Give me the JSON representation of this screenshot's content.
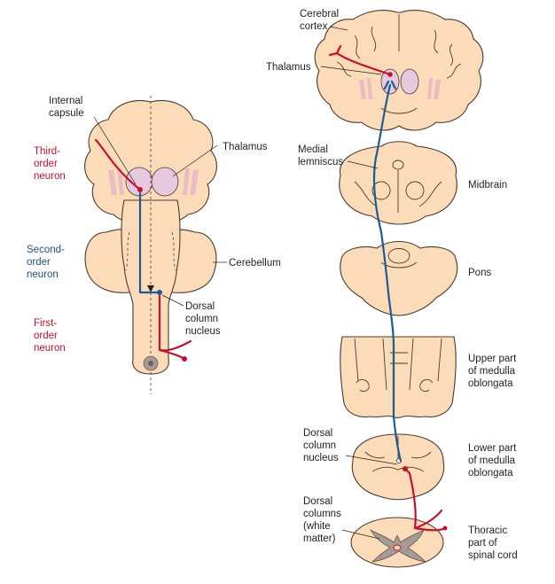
{
  "left_labels": {
    "internal_capsule": [
      "Internal",
      "capsule"
    ],
    "thalamus": "Thalamus",
    "third_order_neuron": [
      "Third-",
      "order",
      "neuron"
    ],
    "second_order_neuron": [
      "Second-",
      "order",
      "neuron"
    ],
    "cerebellum": "Cerebellum",
    "first_order_neuron": [
      "First-",
      "order",
      "neuron"
    ],
    "dorsal_column_nucleus": [
      "Dorsal",
      "column",
      "nucleus"
    ]
  },
  "right_labels": {
    "cerebral_cortex": [
      "Cerebral",
      "cortex"
    ],
    "thalamus": "Thalamus",
    "medial_lemniscus": [
      "Medial",
      "lemniscus"
    ],
    "midbrain": "Midbrain",
    "pons": "Pons",
    "upper_medulla": [
      "Upper part",
      "of medulla",
      "oblongata"
    ],
    "dorsal_column_nucleus": [
      "Dorsal",
      "column",
      "nucleus"
    ],
    "lower_medulla": [
      "Lower part",
      "of medulla",
      "oblongata"
    ],
    "dorsal_columns": [
      "Dorsal",
      "columns",
      "(white",
      "matter)"
    ],
    "thoracic_cord": [
      "Thoracic",
      "part of",
      "spinal cord"
    ]
  },
  "colors": {
    "first_order": "#c8102e",
    "second_order": "#1a5d96",
    "third_order": "#c8102e",
    "tissue": "#fcdcb8"
  }
}
